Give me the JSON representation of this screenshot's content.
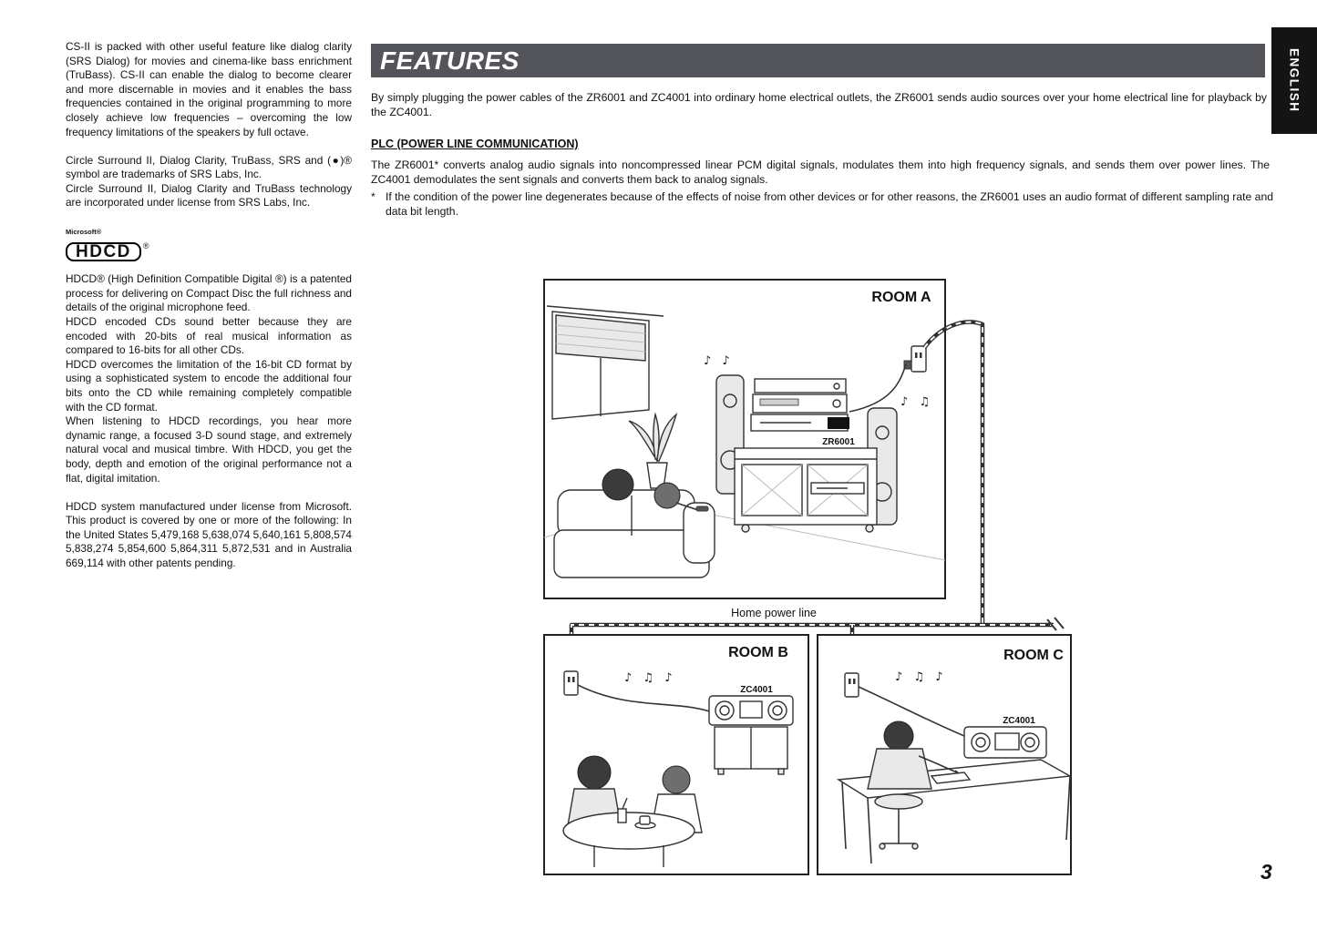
{
  "page": {
    "number": "3",
    "language_tab": "ENGLISH"
  },
  "left_column": {
    "p1": "CS-II is packed with other useful feature like dialog clarity (SRS Dialog) for movies and cinema-like bass enrichment (TruBass). CS-II can enable the dialog to become clearer and more discernable in movies and it enables the bass frequencies contained in the original programming to more closely achieve low frequencies – overcoming the low frequency limitations of the speakers by full octave.",
    "p2a": "Circle Surround II, Dialog Clarity, TruBass, SRS and (●)® symbol are trademarks of SRS Labs, Inc.",
    "p2b": "Circle Surround II, Dialog Clarity and TruBass technology are incorporated under license from SRS Labs, Inc.",
    "microsoft": "Microsoft®",
    "hdcd": "HDCD",
    "reg": "®",
    "p3": "HDCD® (High Definition Compatible Digital ®) is a patented process for delivering on Compact Disc the full richness and details of the original microphone feed.",
    "p4": "HDCD encoded CDs sound better because they are encoded with 20-bits of real musical information as compared to 16-bits for all other CDs.",
    "p5": "HDCD overcomes the limitation of the 16-bit CD format by using a sophisticated system to encode the additional four bits onto the CD while remaining completely compatible with the CD format.",
    "p6": "When listening to HDCD recordings, you hear more dynamic range, a focused 3-D sound stage, and extremely natural vocal and musical timbre. With HDCD, you get the body, depth and emotion of the original performance not a flat, digital imitation.",
    "p7": "HDCD system manufactured under license from Microsoft. This product is covered by one or more of the following: In the United States 5,479,168 5,638,074 5,640,161 5,808,574 5,838,274 5,854,600 5,864,311 5,872,531 and in Australia 669,114 with other patents pending."
  },
  "main": {
    "title": "FEATURES",
    "intro": "By simply plugging the power cables of the ZR6001 and ZC4001 into ordinary home electrical outlets, the ZR6001 sends audio sources over your home electrical line for playback by the ZC4001.",
    "plc_heading": "PLC (POWER LINE COMMUNICATION)",
    "plc_body": "The ZR6001* converts analog audio signals into noncompressed linear PCM digital signals, modulates them into high frequency signals, and sends them over power lines. The ZC4001 demodulates the sent signals and converts them back to analog signals.",
    "note_star": "*",
    "note": "If the condition of the power line degenerates because of the effects of noise from other devices or for other reasons, the ZR6001 uses an audio format of different sampling rate and data bit length."
  },
  "diagram": {
    "room_a": "ROOM A",
    "room_b": "ROOM B",
    "room_c": "ROOM C",
    "zr6001": "ZR6001",
    "zc4001_b": "ZC4001",
    "zc4001_c": "ZC4001",
    "home_power_line": "Home power line",
    "notes_a_left": "♪ ♪",
    "notes_a_right": "♪ ♫",
    "notes_b": "♪ ♫ ♪",
    "notes_c": "♪ ♫ ♪"
  }
}
